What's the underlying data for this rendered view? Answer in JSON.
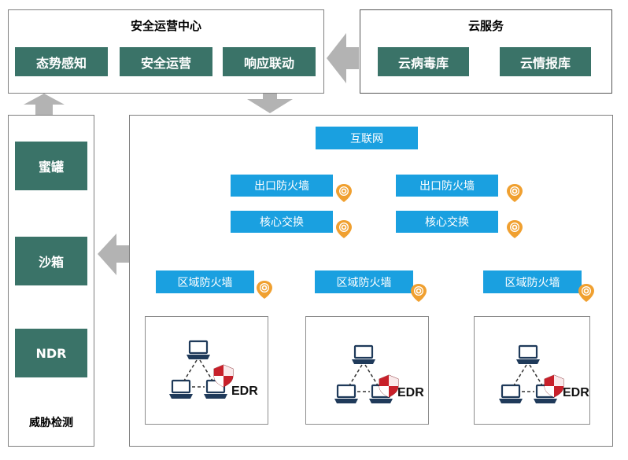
{
  "soc": {
    "title": "安全运营中心",
    "items": [
      "态势感知",
      "安全运营",
      "响应联动"
    ]
  },
  "cloud": {
    "title": "云服务",
    "items": [
      "云病毒库",
      "云情报库"
    ]
  },
  "threat": {
    "title": "威胁检测",
    "items": [
      "蜜罐",
      "沙箱",
      "NDR"
    ]
  },
  "network": {
    "internet": "互联网",
    "exit_fw": [
      "出口防火墙",
      "出口防火墙"
    ],
    "core": [
      "核心交换",
      "核心交换"
    ],
    "zone_fw": [
      "区域防火墙",
      "区域防火墙",
      "区域防火墙"
    ],
    "edr_label": "EDR"
  },
  "colors": {
    "green": "#3a7368",
    "blue": "#1aa0e0",
    "arrow": "#b3b3b3",
    "pin": "#f0a030",
    "shield_red": "#c8202a",
    "monitor": "#1f3a5a"
  },
  "icons": {
    "location_pin": "location-pin-icon",
    "shield": "shield-icon",
    "computer": "computer-icon"
  }
}
